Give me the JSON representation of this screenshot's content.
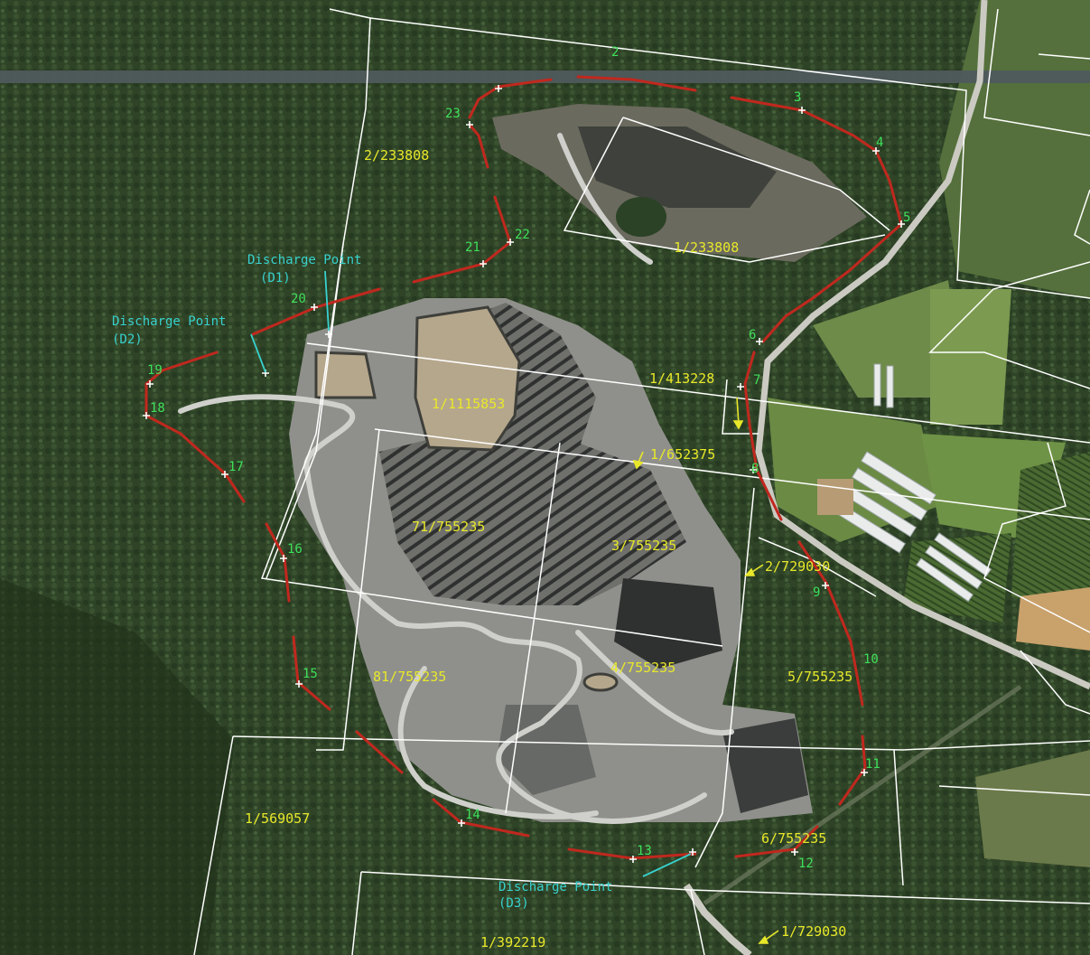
{
  "colors": {
    "forest": "#2f4427",
    "cleared": "#5c6a44",
    "quarry": "#8a8a86",
    "pond": "#b7a98a",
    "boundary_line": "#ffffff",
    "buffer_line": "#c0281e",
    "lot_label": "#e8e82a",
    "point_label": "#3ee05a",
    "discharge_label": "#38d2cf",
    "highway": "#4f5a5c"
  },
  "lot_labels": [
    "2/233808",
    "1/233808",
    "1/413228",
    "1/1115853",
    "1/652375",
    "71/755235",
    "3/755235",
    "2/729030",
    "81/755235",
    "4/755235",
    "5/755235",
    "1/569057",
    "6/755235",
    "1/392219",
    "1/729030"
  ],
  "point_labels": [
    "2",
    "3",
    "4",
    "5",
    "6",
    "7",
    "8",
    "9",
    "10",
    "11",
    "12",
    "13",
    "14",
    "15",
    "16",
    "17",
    "18",
    "19",
    "20",
    "21",
    "22",
    "23"
  ],
  "discharge_points": [
    {
      "label": "Discharge Point",
      "code": "(D1)"
    },
    {
      "label": "Discharge Point",
      "code": "(D2)"
    },
    {
      "label": "Discharge Point",
      "code": "(D3)"
    }
  ]
}
